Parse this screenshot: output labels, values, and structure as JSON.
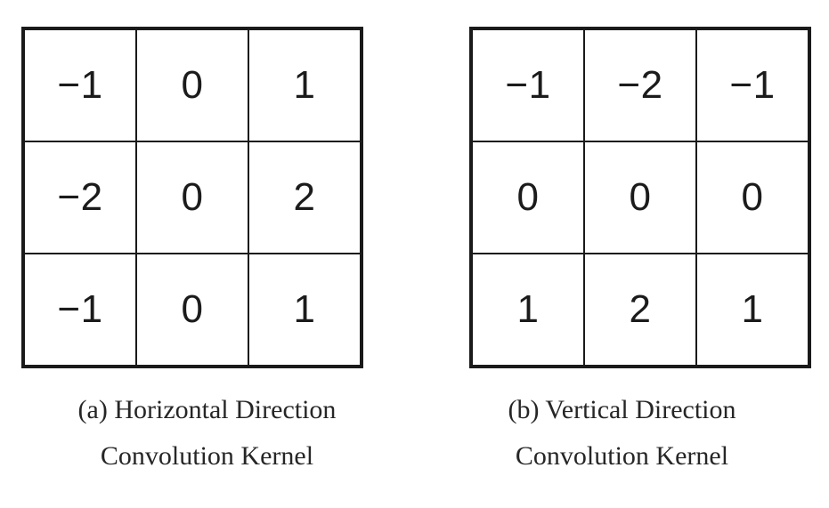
{
  "figure": {
    "background_color": "#ffffff",
    "line_color": "#1a1a1a",
    "text_color": "#1b1b1b"
  },
  "panels": [
    {
      "id": "horizontal-kernel",
      "caption_line_1": "(a) Horizontal Direction",
      "caption_line_2": "Convolution Kernel",
      "matrix": [
        [
          "−1",
          "0",
          "1"
        ],
        [
          "−2",
          "0",
          "2"
        ],
        [
          "−1",
          "0",
          "1"
        ]
      ]
    },
    {
      "id": "vertical-kernel",
      "caption_line_1": "(b) Vertical Direction",
      "caption_line_2": "Convolution Kernel",
      "matrix": [
        [
          "−1",
          "−2",
          "−1"
        ],
        [
          "0",
          "0",
          "0"
        ],
        [
          "1",
          "2",
          "1"
        ]
      ]
    }
  ]
}
